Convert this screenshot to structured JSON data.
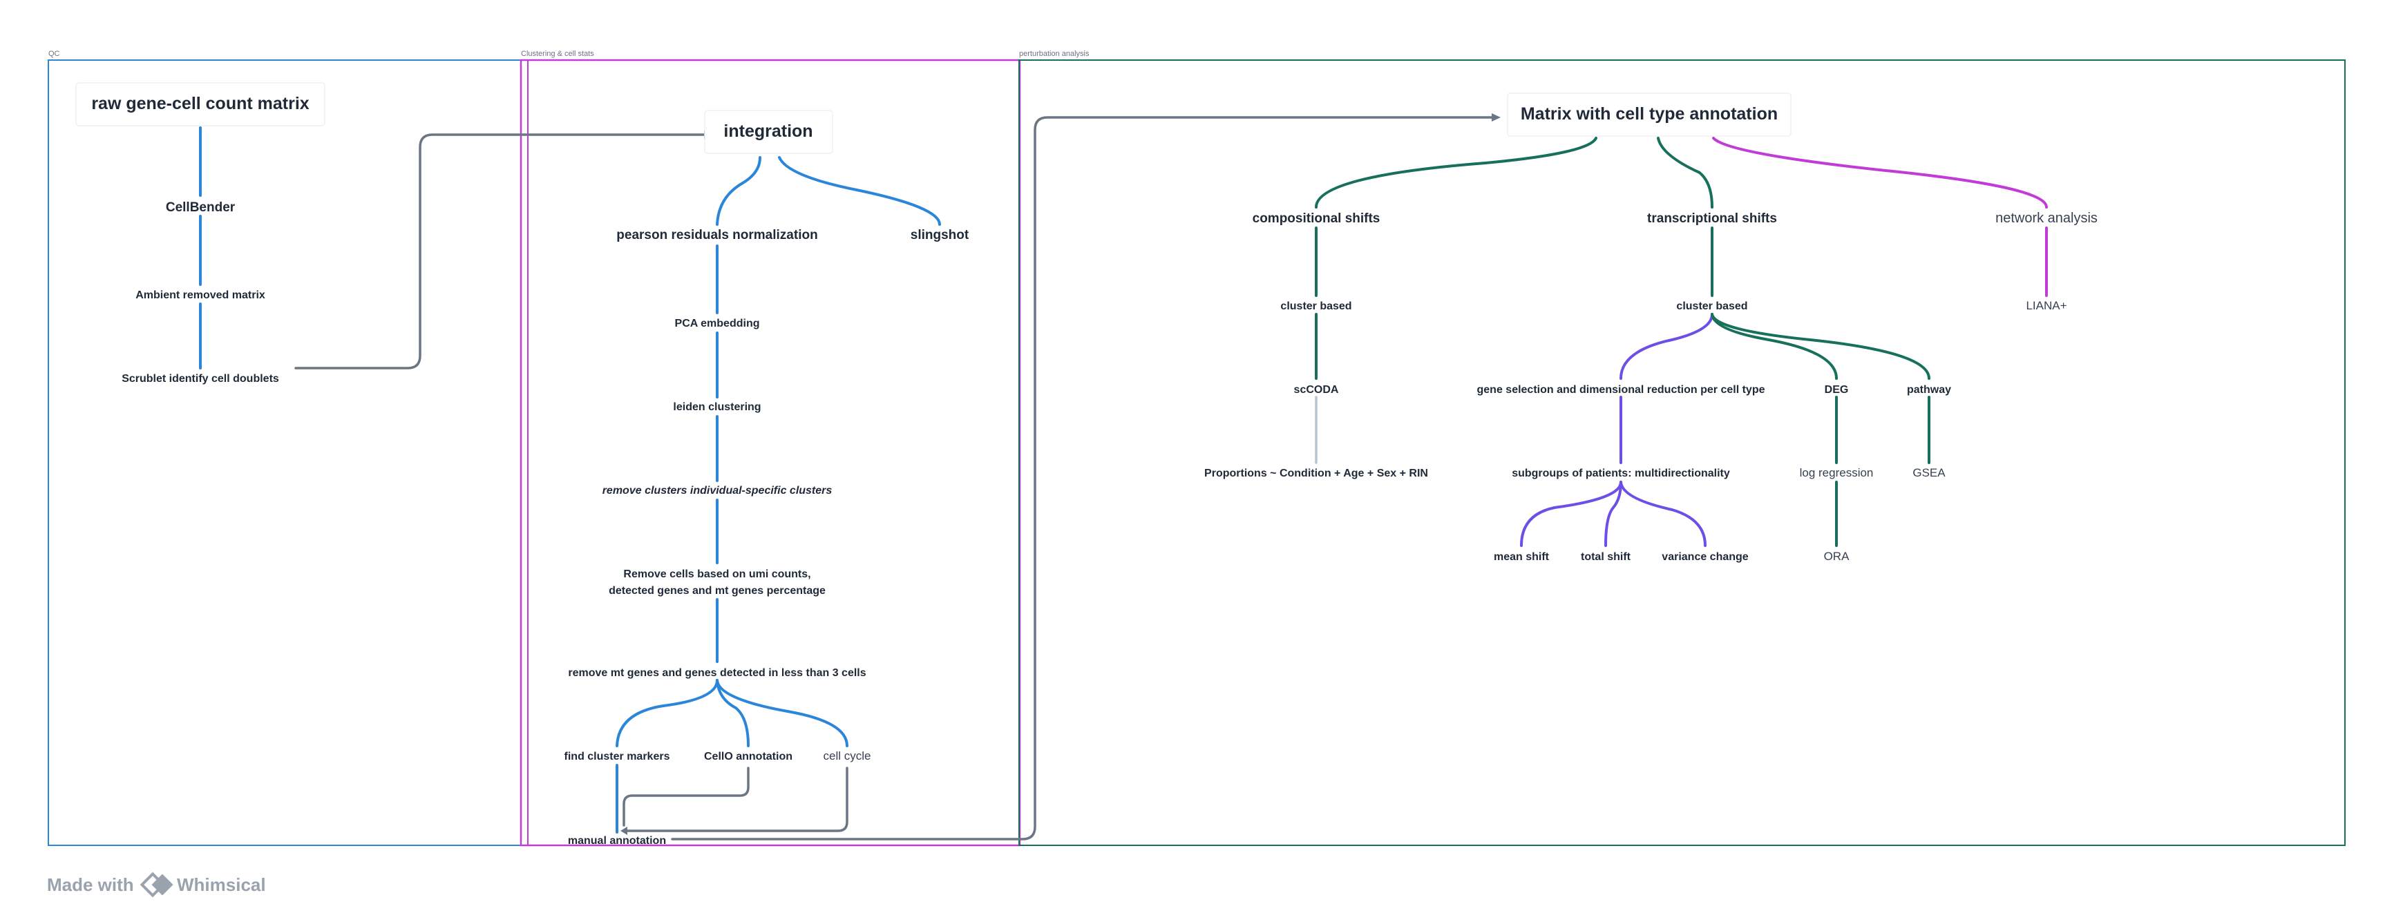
{
  "frames": {
    "qc": {
      "label": "QC",
      "color": "#2b86d9"
    },
    "clustering": {
      "label": "Clustering & cell stats",
      "color": "#c23ad8"
    },
    "perturbation": {
      "label": "perturbation analysis",
      "color": "#17705c"
    }
  },
  "qc_nodes": {
    "raw_matrix": "raw gene-cell count matrix",
    "cellbender": "CellBender",
    "ambient_removed": "Ambient removed matrix",
    "scrublet": "Scrublet identify cell doublets"
  },
  "clustering_nodes": {
    "integration": "integration",
    "pearson": "pearson residuals normalization",
    "slingshot": "slingshot",
    "pca": "PCA embedding",
    "leiden": "leiden clustering",
    "remove_clusters": "remove clusters individual-specific clusters",
    "remove_cells_line1": "Remove cells based on umi counts,",
    "remove_cells_line2": "detected genes and mt genes percentage",
    "remove_mt": "remove mt genes and genes detected in less than 3 cells",
    "find_markers": "find cluster markers",
    "cello": "CellO annotation",
    "cell_cycle": "cell cycle",
    "manual_annotation": "manual annotation"
  },
  "perturbation_nodes": {
    "matrix_annot": "Matrix with cell type annotation",
    "compositional": "compositional shifts",
    "transcriptional": "transcriptional shifts",
    "network": "network analysis",
    "cluster_based_1": "cluster based",
    "cluster_based_2": "cluster based",
    "liana": "LIANA+",
    "sccoda": "scCODA",
    "proportions": "Proportions ~  Condition + Age + Sex + RIN",
    "gene_selection": "gene selection and dimensional reduction per cell type",
    "deg": "DEG",
    "pathway": "pathway",
    "subgroups": "subgroups of patients: multidirectionality",
    "log_regression": "log regression",
    "gsea": "GSEA",
    "mean_shift": "mean shift",
    "total_shift": "total shift",
    "variance_change": "variance change",
    "ora": "ORA"
  },
  "footer": {
    "made_with": "Made with",
    "brand": "Whimsical"
  },
  "colors": {
    "qc_edges": "#2b86d9",
    "compositional_edges": "#17705c",
    "subgroup_edges": "#6d4fe6",
    "network_edges": "#c23ad8",
    "connector_arrows": "#6b7685"
  }
}
